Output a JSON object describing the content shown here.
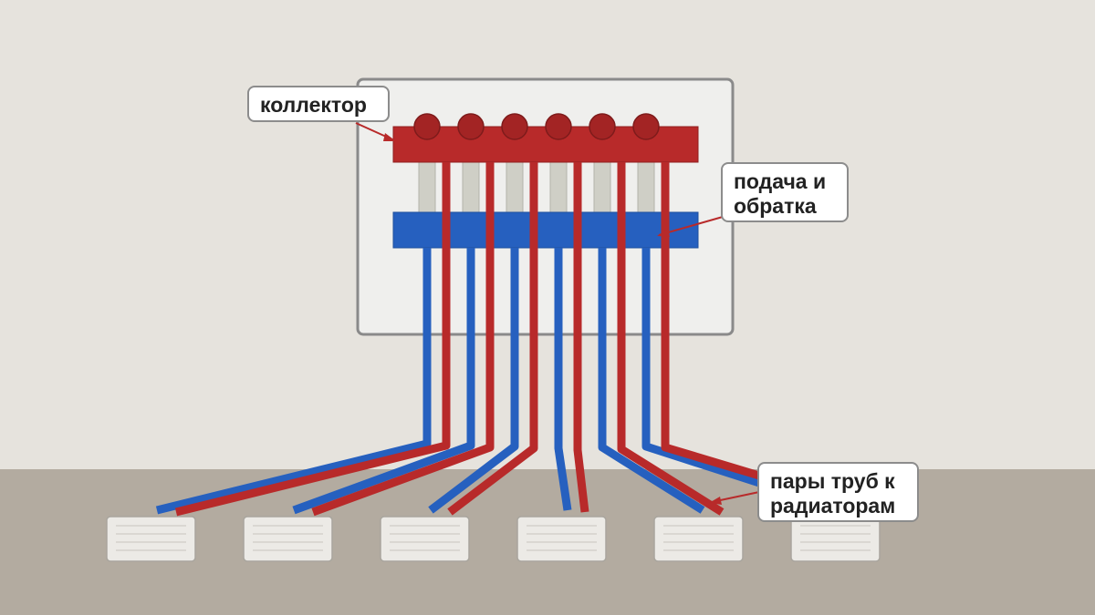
{
  "labels": {
    "manifold": "коллектор",
    "supply_return": "подача и\nобратка",
    "pipe_pairs": "пары труб к\nрадиаторам"
  },
  "colors": {
    "supply_pipe": "#b82a2a",
    "return_pipe": "#2660bf",
    "wall": "#e6e3dd",
    "floor": "#b3aba0",
    "cabinet": "#efefed",
    "radiator": "#eceae6",
    "valve": "#a32424"
  },
  "diagram": {
    "valve_count": 6,
    "pipe_pair_count": 6,
    "radiator_count": 6
  }
}
